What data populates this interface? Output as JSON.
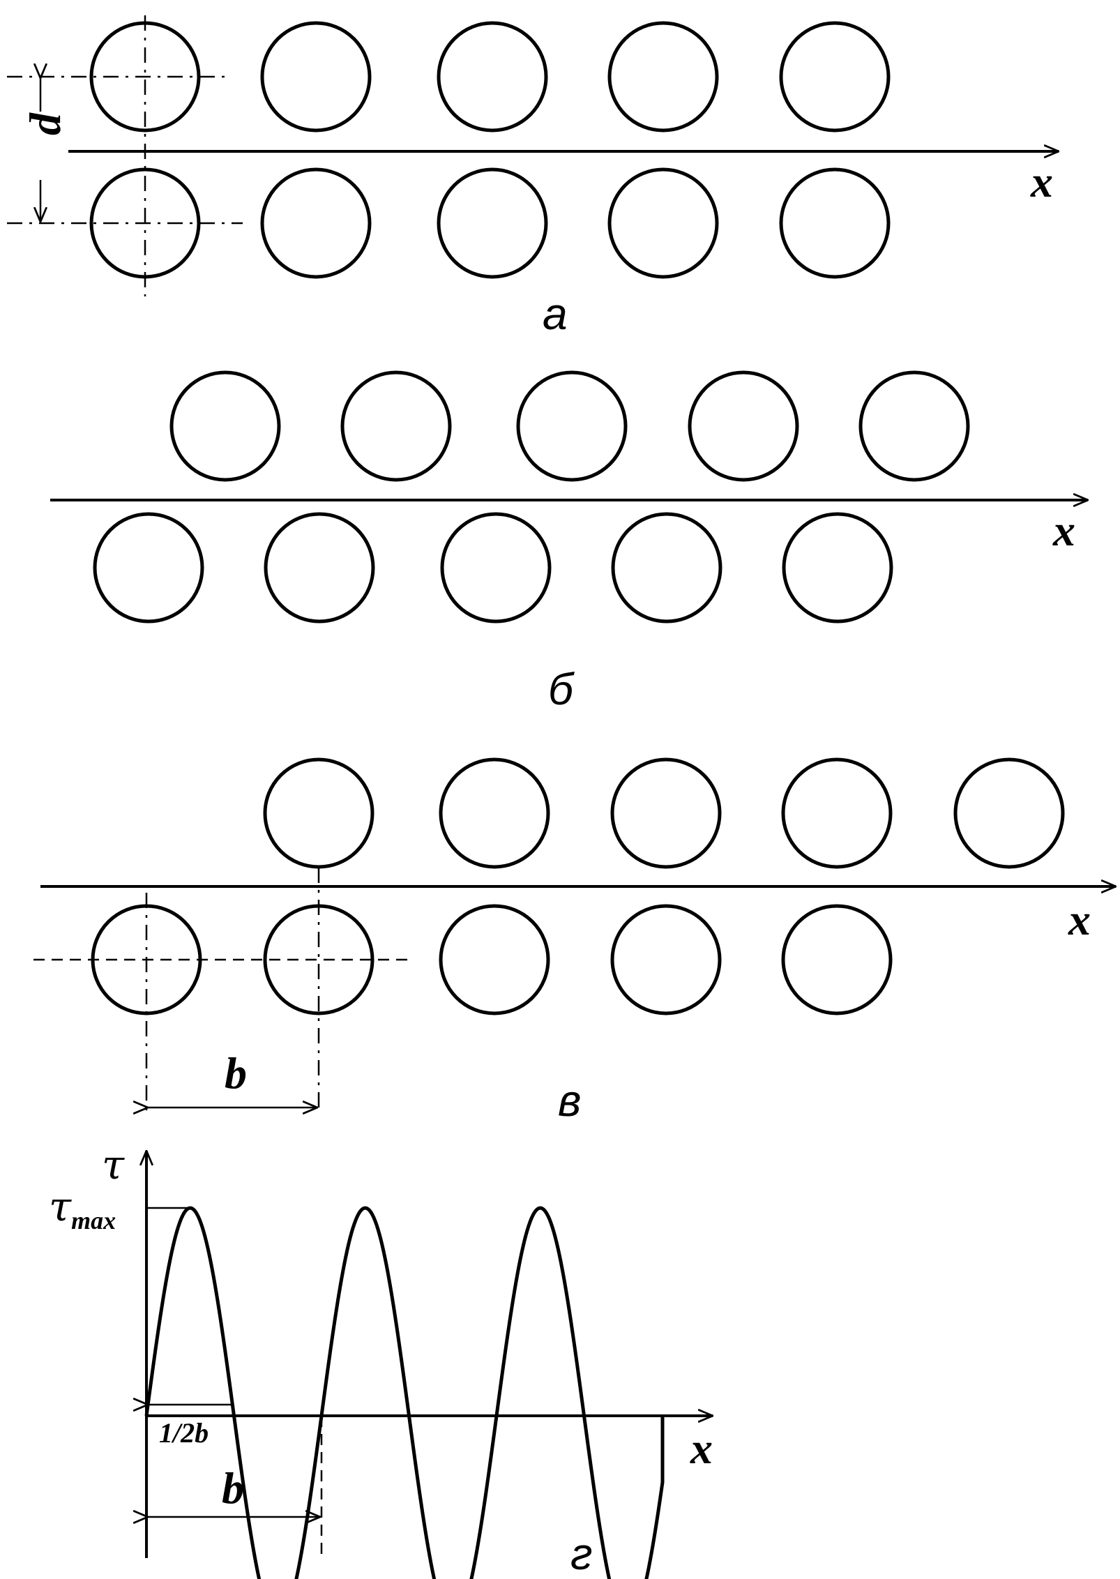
{
  "panels": {
    "a": {
      "caption": "а",
      "axis_label": "x",
      "dim_label": "d"
    },
    "b": {
      "caption": "б",
      "axis_label": "x"
    },
    "v": {
      "caption": "в",
      "axis_label": "x",
      "dim_label": "b"
    },
    "g": {
      "caption": "г",
      "y_label": "τ",
      "ymax_label": "τ",
      "ymax_sub": "max",
      "x_label": "x",
      "half_label": "1/2b",
      "period_label": "b"
    }
  }
}
